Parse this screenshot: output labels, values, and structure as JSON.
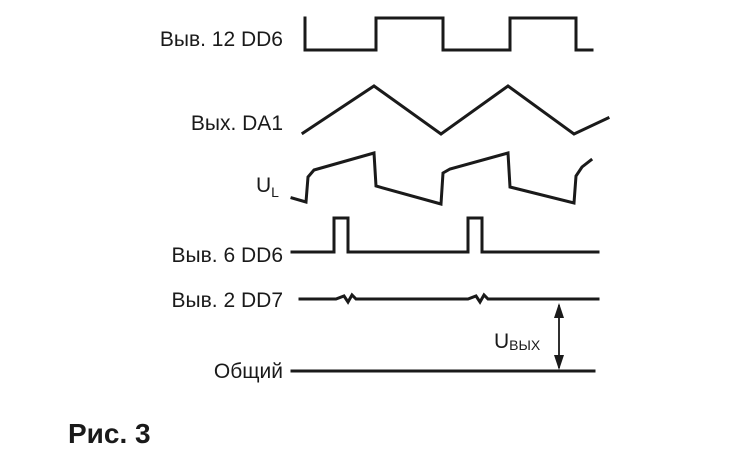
{
  "figure": {
    "caption": "Рис. 3",
    "labels": {
      "pin12_dd6": "Выв. 12 DD6",
      "out_da1": "Вых. DA1",
      "ul_main": "U",
      "ul_sub": "L",
      "pin6_dd6": "Выв. 6 DD6",
      "pin2_dd7": "Выв. 2 DD7",
      "common": "Общий",
      "uout_main": "U",
      "uout_sub": "ВЫХ"
    }
  },
  "colors": {
    "ink": "#1a1a1a",
    "background": "#ffffff"
  }
}
